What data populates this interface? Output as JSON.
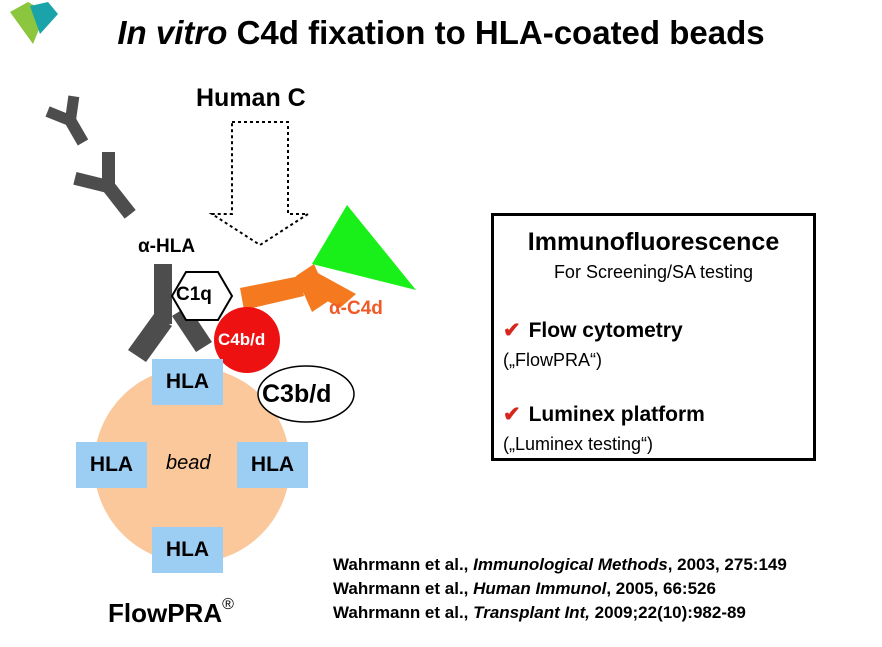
{
  "title": {
    "italic_part": "In vitro",
    "rest": "C4d fixation to HLA-coated beads"
  },
  "diagram": {
    "human_c": "Human C",
    "alpha_hla": "α-HLA",
    "alpha_c4d": "α-C4d",
    "c1q": "C1q",
    "c4bd": "C4b/d",
    "c3bd": "C3b/d",
    "hla": [
      "HLA",
      "HLA",
      "HLA",
      "HLA"
    ],
    "bead": "bead",
    "flowpra": "FlowPRA",
    "flowpra_mark": "®",
    "colors": {
      "bead": "#fbc89b",
      "hla_box": "#9ccdf3",
      "antibody_gray": "#4d4d4d",
      "anti_c4d_orange": "#f57a1f",
      "fluorophore_green": "#19f019",
      "c4bd_red": "#ee1111",
      "alpha_c4d_text": "#f05a28",
      "logo_green": "#8cc63f",
      "logo_teal": "#1aa3a8"
    }
  },
  "immunofluorescence": {
    "title": "Immunofluorescence",
    "subtitle": "For Screening/SA testing",
    "check_icon": "check-icon",
    "items": [
      {
        "label": "Flow cytometry",
        "note": "(„FlowPRA“)"
      },
      {
        "label": "Luminex platform",
        "note": "(„Luminex testing“)"
      }
    ]
  },
  "references": [
    {
      "authors": "Wahrmann et al.,",
      "journal": "Immunological Methods",
      "details": ", 2003, 275:149"
    },
    {
      "authors": "Wahrmann et al.,",
      "journal": "Human Immunol",
      "details": ", 2005, 66:526"
    },
    {
      "authors": "Wahrmann et al.,",
      "journal": "Transplant Int,",
      "details": " 2009;22(10):982-89"
    }
  ]
}
